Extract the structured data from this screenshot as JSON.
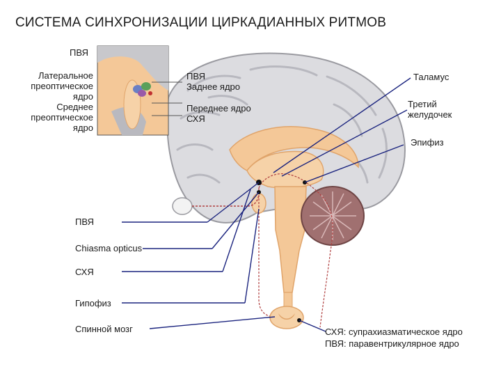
{
  "title": "СИСТЕМА СИНХРОНИЗАЦИИ ЦИРКАДИАННЫХ РИТМОВ",
  "inset": {
    "top_label": "ПВЯ",
    "left_label_1": [
      "Латеральное",
      "преоптическое",
      "ядро"
    ],
    "left_label_2": [
      "Среднее",
      "преоптическое",
      "ядро"
    ]
  },
  "right_of_inset": {
    "label_1": [
      "ПВЯ",
      "Заднее ядро"
    ],
    "label_2": [
      "Переднее ядро",
      "СХЯ"
    ]
  },
  "right_labels": {
    "thalamus": "Таламус",
    "third_ventricle": [
      "Третий",
      "желудочек"
    ],
    "epiphysis": "Эпифиз"
  },
  "left_labels": {
    "pvn": "ПВЯ",
    "chiasma": "Chiasma opticus",
    "scn": "СХЯ",
    "hypophysis": "Гипофиз",
    "spinal_cord": "Спинной мозг"
  },
  "legend": [
    {
      "abbr": "СХЯ:",
      "text": " супрахиазматическое ядро"
    },
    {
      "abbr": "ПВЯ:",
      "text": " паравентрикулярное ядро"
    }
  ],
  "colors": {
    "leader_line": "#1a237e",
    "brain_gray": "#d9d9dc",
    "brain_outline": "#9a9aa0",
    "tissue": "#f4c898",
    "tissue_dark": "#e0a46a",
    "pathway": "#b04040",
    "cerebellum": "#8a5a5a"
  }
}
